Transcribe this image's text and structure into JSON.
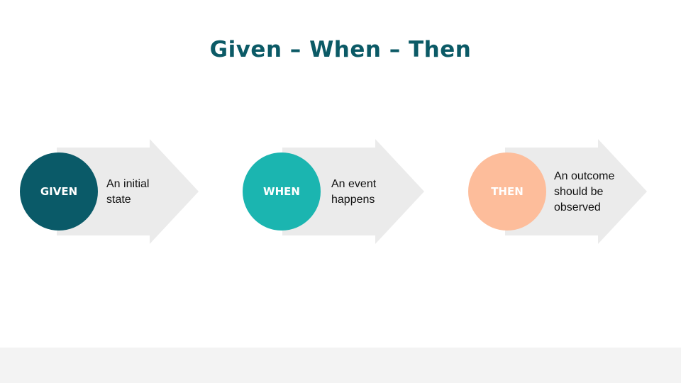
{
  "title": "Given – When – Then",
  "steps": [
    {
      "label": "GIVEN",
      "description": "An initial state",
      "color": "#0a5a68"
    },
    {
      "label": "WHEN",
      "description": "An event happens",
      "color": "#1bb5b0"
    },
    {
      "label": "THEN",
      "description": "An outcome should be observed",
      "color": "#fdbd9b"
    }
  ]
}
